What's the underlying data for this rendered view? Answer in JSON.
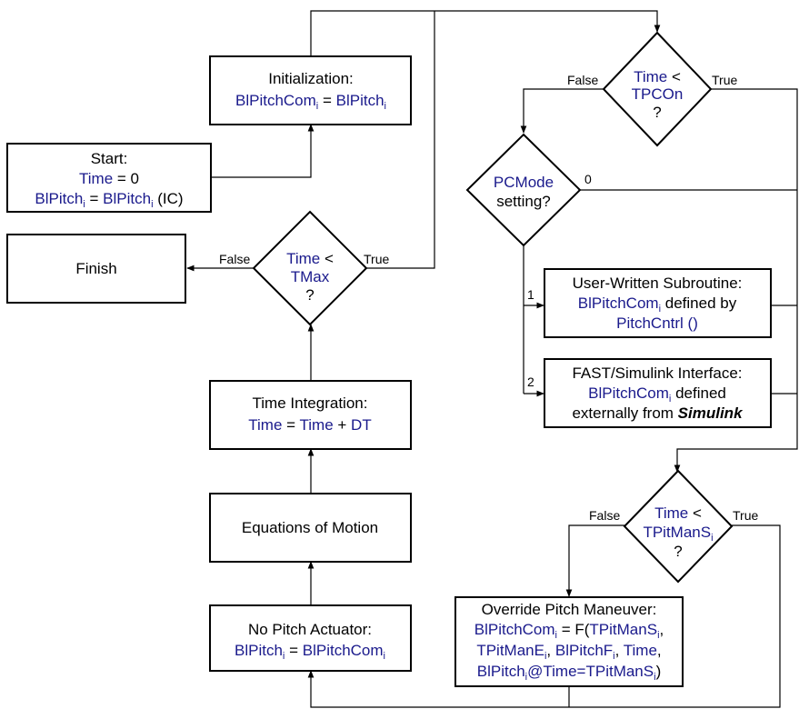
{
  "colors": {
    "variable": "#1a1a8c",
    "text": "#000000",
    "line": "#000000",
    "background": "#ffffff"
  },
  "nodes": {
    "start": {
      "title": "Start:",
      "line1_var": "Time",
      "line1_rest": " = 0",
      "line2_var_a": "BlPitch",
      "line2_sub_a": "i",
      "line2_eq": " = ",
      "line2_var_b": "BlPitch",
      "line2_sub_b": "i",
      "line2_rest": " (IC)"
    },
    "init": {
      "title": "Initialization:",
      "var_a": "BlPitchCom",
      "sub_a": "i",
      "eq": " = ",
      "var_b": "BlPitch",
      "sub_b": "i"
    },
    "finish": {
      "title": "Finish"
    },
    "time_integration": {
      "title": "Time Integration:",
      "var_a": "Time",
      "eq": " = ",
      "var_b": "Time",
      "plus": " + ",
      "var_c": "DT"
    },
    "equations": {
      "title": "Equations of Motion"
    },
    "no_pitch": {
      "title": "No Pitch Actuator:",
      "var_a": "BlPitch",
      "sub_a": "i",
      "eq": " = ",
      "var_b": "BlPitchCom",
      "sub_b": "i"
    },
    "user_sub": {
      "title": "User-Written Subroutine:",
      "var_a": "BlPitchCom",
      "sub_a": "i",
      "rest": " defined by",
      "var_b": "PitchCntrl",
      "rest2": " ()"
    },
    "simulink": {
      "title": "FAST/Simulink Interface:",
      "var_a": "BlPitchCom",
      "sub_a": "i",
      "rest": " defined",
      "line3": "externally from ",
      "bold": "Simulink"
    },
    "override": {
      "title": "Override Pitch Maneuver:",
      "l2_var": "BlPitchCom",
      "l2_sub": "i",
      "l2_eq": " = F(",
      "l2_var2": "TPitManS",
      "l2_sub2": "i",
      "l2_end": ",",
      "l3_var": "TPitManE",
      "l3_sub": "i",
      "l3_sep": ", ",
      "l3_var2": "BlPitchF",
      "l3_sub2": "i",
      "l3_sep2": ", ",
      "l3_var3": "Time",
      "l3_end": ",",
      "l4_var": "BlPitch",
      "l4_sub": "i",
      "l4_mid": "@Time=",
      "l4_var2": "TPitManS",
      "l4_sub2": "i",
      "l4_end": ")"
    }
  },
  "decisions": {
    "tmax": {
      "var": "Time",
      "op": " <",
      "var2": "TMax",
      "q": "?",
      "false_label": "False",
      "true_label": "True"
    },
    "tpcon": {
      "var": "Time",
      "op": " <",
      "var2": "TPCOn",
      "q": "?",
      "false_label": "False",
      "true_label": "True"
    },
    "pcmode": {
      "var": "PCMode",
      "rest": "setting?",
      "opt0": "0",
      "opt1": "1",
      "opt2": "2"
    },
    "tpitman": {
      "var": "Time",
      "op": " <",
      "var2": "TPitManS",
      "sub2": "i",
      "q": "?",
      "false_label": "False",
      "true_label": "True"
    }
  }
}
